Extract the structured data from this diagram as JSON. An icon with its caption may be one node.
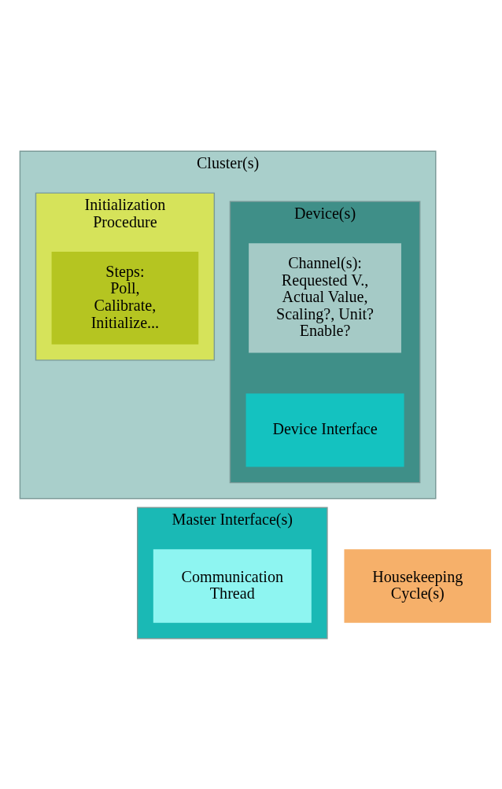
{
  "diagram": {
    "nodes": [
      {
        "text": [
          "Cluster(s)"
        ]
      },
      {
        "text": [
          "Device(s)"
        ],
        "in": 0
      },
      {
        "text": [
          "Channel(s): Requested V., Actual Value, Scaling?, Unit? Enable?"
        ],
        "in": 1
      },
      {
        "text": [
          "Device Interface"
        ],
        "in": 1
      },
      {
        "text": [
          "Initialization Procedure"
        ],
        "in": 0
      },
      {
        "text": [
          "Steps: Poll, Calibrate, Initialize..."
        ],
        "in": 4
      },
      {
        "text": [
          "Master Interface(s)"
        ]
      },
      {
        "text": [
          "Communication Thread"
        ],
        "in": 6
      },
      {
        "text": [
          "Housekeeping Cycle(s)"
        ]
      }
    ]
  }
}
